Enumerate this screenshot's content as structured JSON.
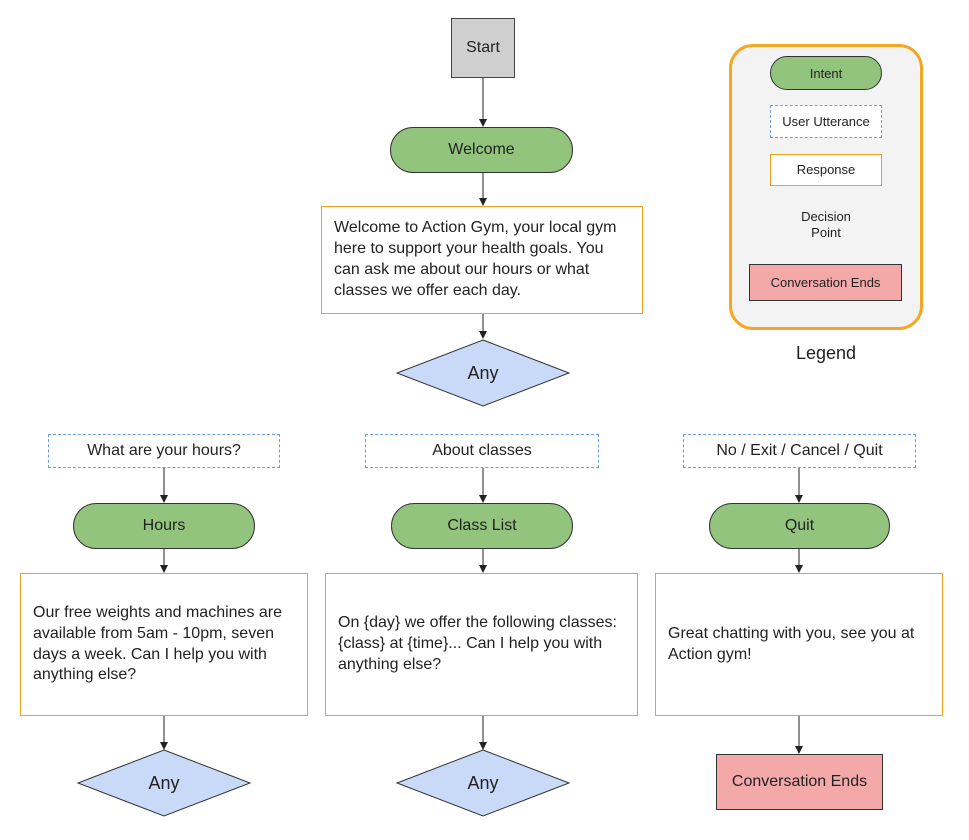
{
  "nodes": {
    "start": "Start",
    "welcome_intent": "Welcome",
    "welcome_response": "Welcome to Action Gym, your local gym here to support your health goals. You can ask me about our hours or what classes we offer each day.",
    "any_top": "Any",
    "utter_hours": "What are your hours?",
    "utter_classes": "About classes",
    "utter_quit": "No / Exit / Cancel / Quit",
    "intent_hours": "Hours",
    "intent_classes": "Class List",
    "intent_quit": "Quit",
    "resp_hours": "Our free weights and machines are available from 5am - 10pm, seven days a week. Can I help you with anything else?",
    "resp_classes": "On {day} we offer the following classes: {class} at {time}... Can I help you with anything else?",
    "resp_quit": "Great chatting with you, see you at Action gym!",
    "any_left": "Any",
    "any_mid": "Any",
    "end_conv": "Conversation Ends"
  },
  "legend": {
    "title": "Legend",
    "intent": "Intent",
    "utterance": "User Utterance",
    "response": "Response",
    "decision_line1": "Decision",
    "decision_line2": "Point",
    "end": "Conversation Ends"
  },
  "colors": {
    "intent": "#93c47d",
    "decision": "#c9daf8",
    "end": "#f4a9a9",
    "response_border": "#f1a21c",
    "utterance_border": "#6d9eeb",
    "start": "#cfcfcf",
    "legend_border": "#f5a623"
  }
}
